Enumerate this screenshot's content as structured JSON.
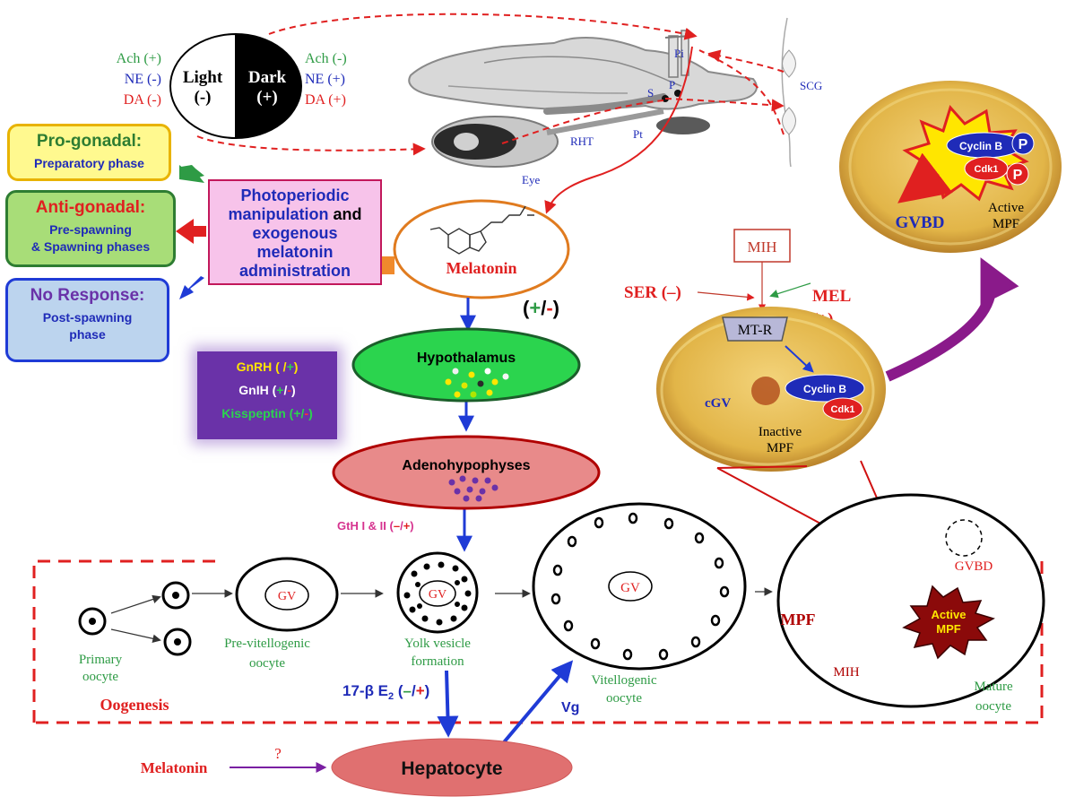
{
  "light_dark": {
    "light": "Light",
    "light_sign": "(-)",
    "dark": "Dark",
    "dark_sign": "(+)",
    "left_ach": "Ach (+)",
    "left_ne": "NE (-)",
    "left_da": "DA (-)",
    "right_ach": "Ach (-)",
    "right_ne": "NE (+)",
    "right_da": "DA (+)"
  },
  "brain": {
    "pi": "Pi",
    "s": "S",
    "p": "P",
    "rht": "RHT",
    "pt": "Pt",
    "eye": "Eye",
    "scg": "SCG"
  },
  "responses": {
    "pro_title": "Pro-gonadal:",
    "pro_sub": "Preparatory phase",
    "anti_title": "Anti-gonadal:",
    "anti_sub1": "Pre-spawning",
    "anti_sub2": "& Spawning phases",
    "none_title": "No Response:",
    "none_sub1": "Post-spawning",
    "none_sub2": "phase"
  },
  "photo_box": {
    "line1": "Photoperiodic",
    "line2a": "manipulation",
    "line2b": "and",
    "line3": "exogenous",
    "line4": "melatonin",
    "line5": "administration"
  },
  "axis": {
    "melatonin": "Melatonin",
    "plus_minus_open": "(",
    "plus": "+",
    "slash": "/",
    "minus": "-",
    "plus_minus_close": ")",
    "hypothalamus": "Hypothalamus",
    "adenohypophyses": "Adenohypophyses",
    "gth": "GtH I & II (",
    "gth_minus": "–",
    "gth_slash": "/",
    "gth_plus": "+",
    "gth_close": ")"
  },
  "hormones": {
    "gnrh": "GnRH (",
    "gnrh_slash": " /",
    "gnrh_plus": "+",
    "gnrh_close": ")",
    "gnih": "GnIH (",
    "gnih_plus": "+",
    "gnih_slash": "/",
    "gnih_minus": "-",
    "gnih_close": ")",
    "kiss": "Kisspeptin (",
    "kiss_plus": "+",
    "kiss_slash": "/",
    "kiss_minus": "-",
    "kiss_close": ")"
  },
  "maturation": {
    "mih": "MIH",
    "ser": "SER (–)",
    "mel": "MEL",
    "mel_sign": "(+)",
    "mtr": "MT-R",
    "cyclin_b": "Cyclin B",
    "cdk1": "Cdk1",
    "cgv": "cGV",
    "inactive1": "Inactive",
    "inactive2": "MPF",
    "p": "P",
    "gvbd": "GVBD",
    "active1": "Active",
    "active2": "MPF"
  },
  "oogenesis": {
    "primary1": "Primary",
    "primary2": "oocyte",
    "title": "Oogenesis",
    "gv": "GV",
    "previt1": "Pre-vitellogenic",
    "previt2": "oocyte",
    "yolk1": "Yolk vesicle",
    "yolk2": "formation",
    "vitel1": "Vitellogenic",
    "vitel2": "oocyte",
    "gvbd": "GVBD",
    "mpf": "MPF",
    "active1": "Active",
    "active2": "MPF",
    "mih": "MIH",
    "mature1": "Mature",
    "mature2": "oocyte"
  },
  "liver": {
    "e2": "17-β E",
    "e2_sub": "2",
    "e2_open": " (",
    "e2_minus": "–",
    "e2_slash": "/",
    "e2_plus": "+",
    "e2_close": ")",
    "vg": "Vg",
    "melatonin": "Melatonin",
    "question": "?",
    "hepatocyte": "Hepatocyte"
  }
}
